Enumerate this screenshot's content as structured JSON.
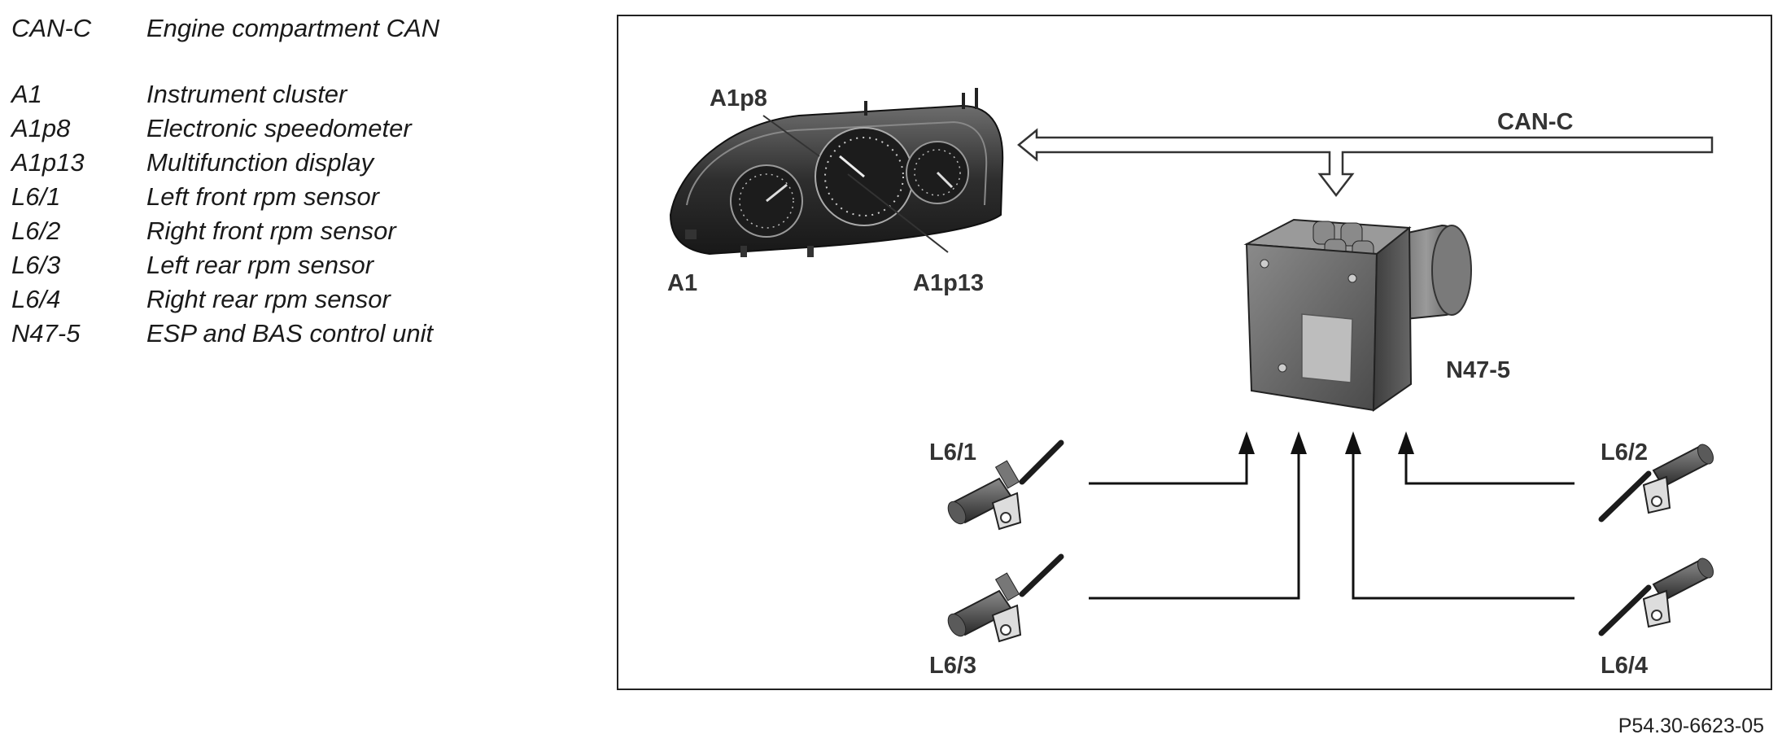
{
  "legend": [
    {
      "code": "CAN-C",
      "desc": "Engine compartment CAN"
    },
    {
      "code": "A1",
      "desc": "Instrument cluster"
    },
    {
      "code": "A1p8",
      "desc": "Electronic speedometer"
    },
    {
      "code": "A1p13",
      "desc": "Multifunction display"
    },
    {
      "code": "L6/1",
      "desc": "Left front rpm sensor"
    },
    {
      "code": "L6/2",
      "desc": "Right front rpm sensor"
    },
    {
      "code": "L6/3",
      "desc": "Left rear rpm sensor"
    },
    {
      "code": "L6/4",
      "desc": "Right rear rpm sensor"
    },
    {
      "code": "N47-5",
      "desc": "ESP and BAS control unit"
    }
  ],
  "diagram": {
    "labels": {
      "a1": "A1",
      "a1p8": "A1p8",
      "a1p13": "A1p13",
      "can_c": "CAN-C",
      "n47_5": "N47-5",
      "l6_1": "L6/1",
      "l6_2": "L6/2",
      "l6_3": "L6/3",
      "l6_4": "L6/4"
    }
  },
  "figure_ref": "P54.30-6623-05"
}
